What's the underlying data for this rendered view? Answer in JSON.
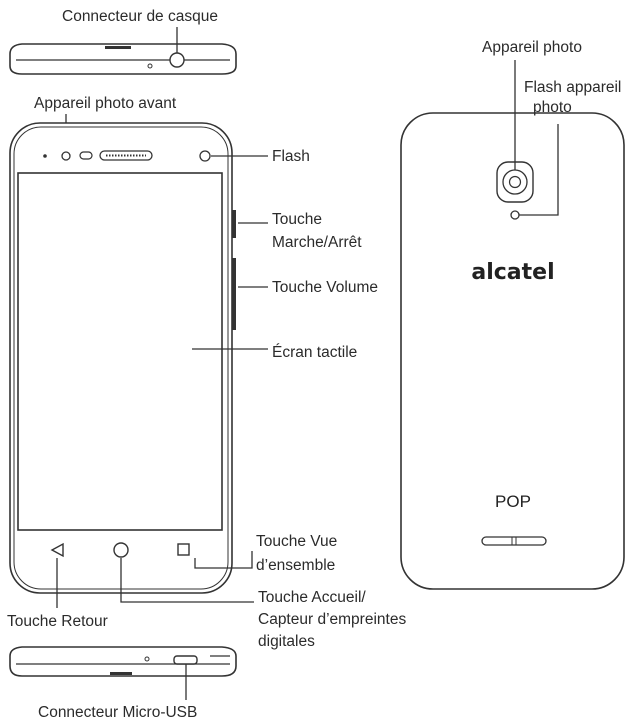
{
  "labels": {
    "headset": "Connecteur de casque",
    "front_camera": "Appareil photo avant",
    "flash_front": "Flash",
    "power_line1": "Touche",
    "power_line2": "Marche/Arrêt",
    "volume": "Touche Volume",
    "touchscreen": "Écran tactile",
    "overview_line1": "Touche Vue",
    "overview_line2": "d’ensemble",
    "home_line1": "Touche Accueil/",
    "home_line2": "Capteur d’empreintes",
    "home_line3": "digitales",
    "back": "Touche Retour",
    "micro_usb": "Connecteur Micro-USB",
    "camera": "Appareil photo",
    "camera_flash_line1": "Flash appareil",
    "camera_flash_line2": "photo"
  },
  "back_panel": {
    "brand_logo": "alcatel",
    "model": "POP"
  },
  "icons": [
    "back-triangle-icon",
    "home-circle-icon",
    "overview-square-icon"
  ]
}
